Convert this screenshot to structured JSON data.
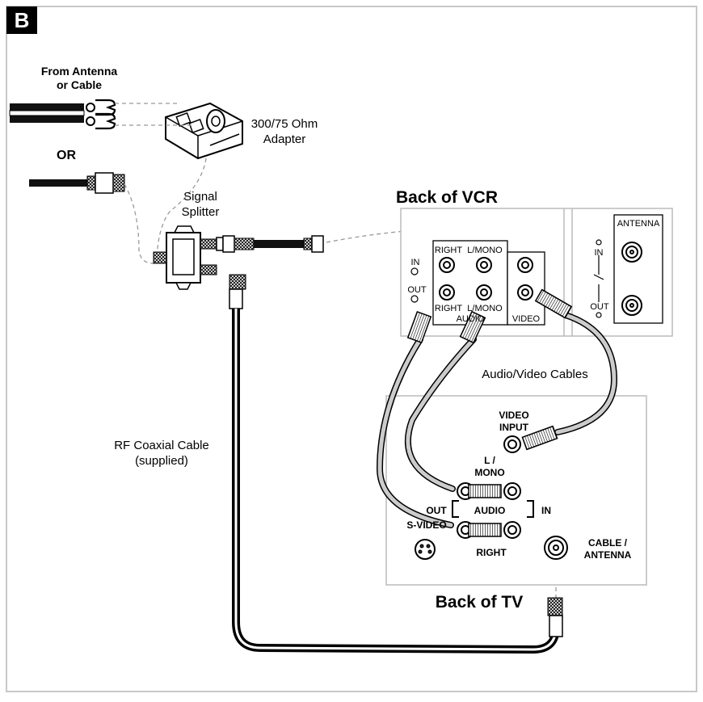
{
  "figure_tag": "B",
  "labels": {
    "from_antenna_1": "From Antenna",
    "from_antenna_2": "or Cable",
    "or": "OR",
    "adapter_1": "300/75 Ohm",
    "adapter_2": "Adapter",
    "splitter_1": "Signal",
    "splitter_2": "Splitter",
    "back_of_vcr": "Back of VCR",
    "back_of_tv": "Back of TV",
    "av_cables": "Audio/Video Cables",
    "rf_cable_1": "RF Coaxial Cable",
    "rf_cable_2": "(supplied)"
  },
  "vcr": {
    "in": "IN",
    "out": "OUT",
    "right_top": "RIGHT",
    "lmono_top": "L/MONO",
    "right_bottom": "RIGHT",
    "lmono_bottom": "L/MONO",
    "audio": "AUDIO",
    "video": "VIDEO",
    "antenna": "ANTENNA",
    "ant_in": "IN",
    "ant_out": "OUT"
  },
  "tv": {
    "video_input_1": "VIDEO",
    "video_input_2": "INPUT",
    "l_mono_1": "L /",
    "l_mono_2": "MONO",
    "out": "OUT",
    "audio": "AUDIO",
    "in": "IN",
    "s_video": "S-VIDEO",
    "right": "RIGHT",
    "cable_antenna_1": "CABLE /",
    "cable_antenna_2": "ANTENNA"
  }
}
